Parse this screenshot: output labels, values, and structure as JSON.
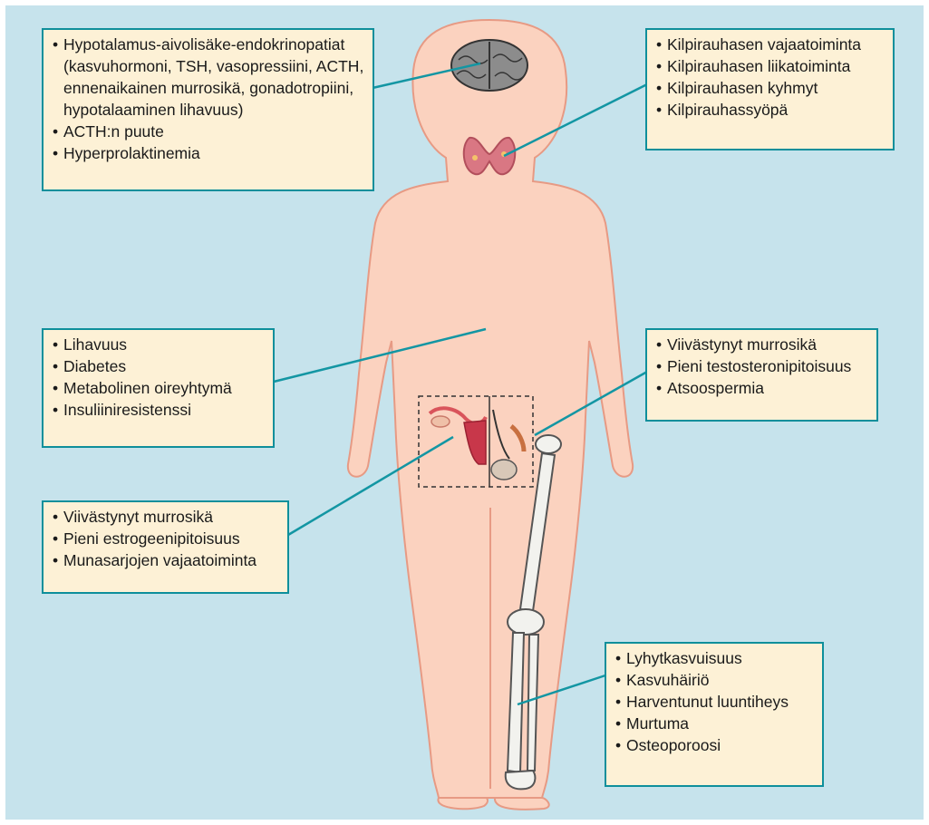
{
  "colors": {
    "background": "#c6e3ec",
    "box_fill": "#fdf1d6",
    "box_border": "#0e8f9b",
    "connector": "#1396a3",
    "body_fill": "#fbd2bf",
    "body_outline": "#e79a84"
  },
  "figure_elements": [
    "brain-icon",
    "thyroid-icon",
    "female-reproductive-icon",
    "male-reproductive-icon",
    "leg-skeleton-icon"
  ],
  "boxes": {
    "pituitary": {
      "items": [
        "Hypotalamus-aivolisäke-endokrinopatiat (kasvuhormoni, TSH, vasopressiini, ACTH, ennenaikainen murrosikä, gonadotropiini, hypotalaaminen lihavuus)",
        "ACTH:n puute",
        "Hyperprolaktinemia"
      ]
    },
    "thyroid": {
      "items": [
        "Kilpirauhasen vajaatoiminta",
        "Kilpirauhasen liikatoiminta",
        "Kilpirauhasen kyhmyt",
        "Kilpirauhassyöpä"
      ]
    },
    "metabolic": {
      "items": [
        "Lihavuus",
        "Diabetes",
        "Metabolinen oireyhtymä",
        "Insuliiniresistenssi"
      ]
    },
    "male": {
      "items": [
        "Viivästynyt murrosikä",
        "Pieni testosteronipitoisuus",
        "Atsoospermia"
      ]
    },
    "female": {
      "items": [
        "Viivästynyt murrosikä",
        "Pieni estrogeenipitoisuus",
        "Munasarjojen vajaatoiminta"
      ]
    },
    "bone": {
      "items": [
        "Lyhytkasvuisuus",
        "Kasvuhäiriö",
        "Harventunut luuntiheys",
        "Murtuma",
        "Osteoporoosi"
      ]
    }
  }
}
